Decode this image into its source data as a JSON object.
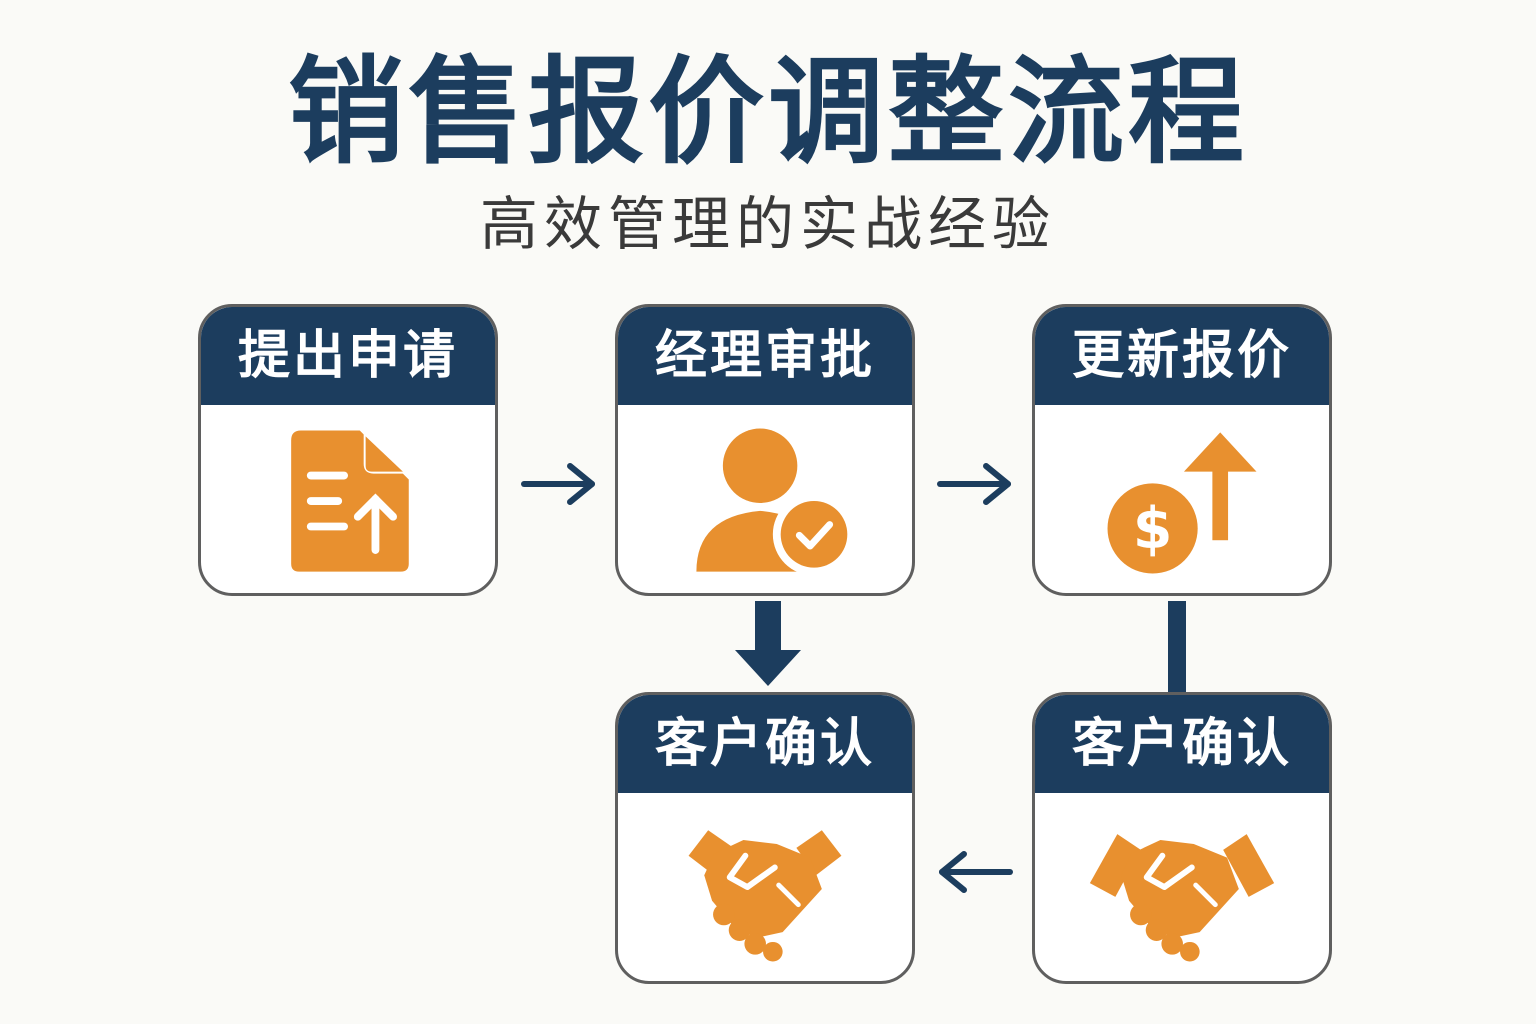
{
  "title": "销售报价调整流程",
  "subtitle": "高效管理的实战经验",
  "steps": [
    {
      "label": "提出申请",
      "icon": "document-upload-icon"
    },
    {
      "label": "经理审批",
      "icon": "user-check-icon"
    },
    {
      "label": "更新报价",
      "icon": "dollar-up-icon"
    },
    {
      "label": "客户确认",
      "icon": "handshake-icon"
    },
    {
      "label": "客户确认",
      "icon": "handshake-icon"
    }
  ],
  "colors": {
    "navy": "#1c3d5e",
    "orange": "#e8902f",
    "border": "#5f5f5f",
    "background": "#fafaf7"
  }
}
